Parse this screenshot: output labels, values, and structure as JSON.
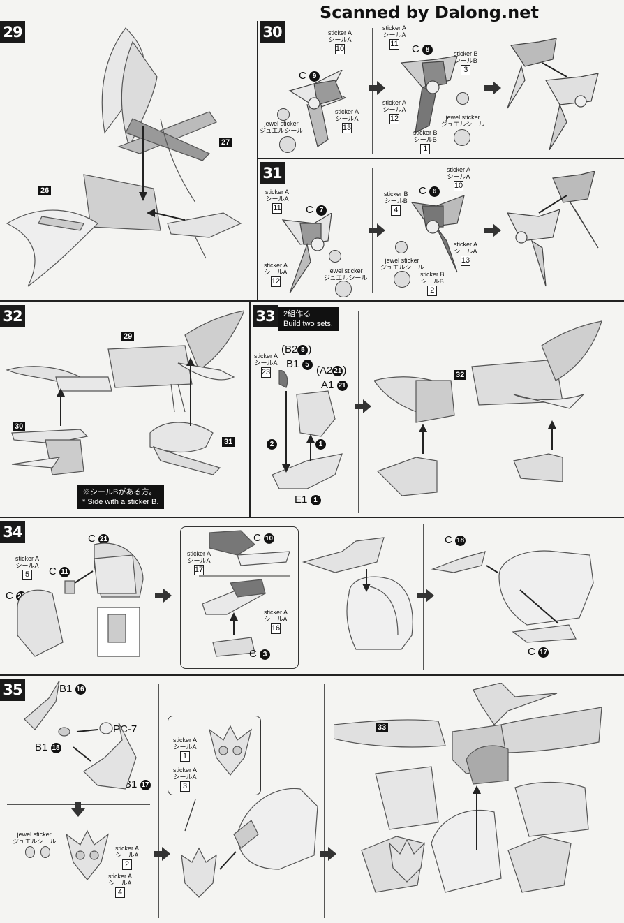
{
  "watermark": "Scanned by Dalong.net",
  "steps": {
    "s29": {
      "num": "29",
      "refs": {
        "a": "27",
        "b": "26"
      }
    },
    "s30": {
      "num": "30",
      "p1": {
        "part": "C",
        "num": "9",
        "stA_top": {
          "t": "sticker A",
          "j": "シールA",
          "n": "10"
        },
        "stA_bot": {
          "t": "sticker A",
          "j": "シールA",
          "n": "13"
        },
        "jewel": {
          "t": "jewel sticker",
          "j": "ジュエルシール"
        }
      },
      "p2": {
        "part": "C",
        "num": "8",
        "stA_top": {
          "t": "sticker A",
          "j": "シールA",
          "n": "11"
        },
        "stB_top": {
          "t": "sticker B",
          "j": "シールB",
          "n": "3"
        },
        "stA_bot": {
          "t": "sticker A",
          "j": "シールA",
          "n": "12"
        },
        "stB_bot": {
          "t": "sticker B",
          "j": "シールB",
          "n": "1"
        },
        "jewel": {
          "t": "jewel sticker",
          "j": "ジュエルシール"
        }
      }
    },
    "s31": {
      "num": "31",
      "p1": {
        "part": "C",
        "num": "7",
        "stA_top": {
          "t": "sticker A",
          "j": "シールA",
          "n": "11"
        },
        "stA_bot": {
          "t": "sticker A",
          "j": "シールA",
          "n": "12"
        },
        "jewel": {
          "t": "jewel sticker",
          "j": "ジュエルシール"
        }
      },
      "p2": {
        "part": "C",
        "num": "6",
        "stA_top": {
          "t": "sticker A",
          "j": "シールA",
          "n": "10"
        },
        "stB_top": {
          "t": "sticker B",
          "j": "シールB",
          "n": "4"
        },
        "stA_bot": {
          "t": "sticker A",
          "j": "シールA",
          "n": "13"
        },
        "stB_bot": {
          "t": "sticker B",
          "j": "シールB",
          "n": "2"
        },
        "jewel": {
          "t": "jewel sticker",
          "j": "ジュエルシール"
        }
      }
    },
    "s32": {
      "num": "32",
      "refs": {
        "a": "29",
        "b": "30",
        "c": "31"
      },
      "note_j": "※シールBがある方。",
      "note_e": "* Side with a sticker B."
    },
    "s33": {
      "num": "33",
      "build_j": "2組作る",
      "build_e": "Build two sets.",
      "stA": {
        "t": "sticker A",
        "j": "シールA",
        "n": "23"
      },
      "b2": "(B2",
      "b2n": "5",
      "b1": "B1",
      "b1n": "5",
      "a2": "(A2",
      "a2n": "21",
      "a1": "A1",
      "a1n": "21",
      "e1": "E1",
      "e1n": "1",
      "seq1": "1",
      "seq2": "2",
      "ref": "32"
    },
    "s34": {
      "num": "34",
      "c21": "21",
      "c11": "11",
      "c20": "20",
      "c10": "10",
      "c3": "3",
      "c18": "18",
      "c17": "17",
      "cLetter": "C",
      "stA5": {
        "t": "sticker A",
        "j": "シールA",
        "n": "5"
      },
      "stA17": {
        "t": "sticker A",
        "j": "シールA",
        "n": "17"
      },
      "stA16": {
        "t": "sticker A",
        "j": "シールA",
        "n": "16"
      }
    },
    "s35": {
      "num": "35",
      "b1": "B1",
      "b16": "16",
      "b18": "18",
      "b17": "17",
      "pc": "PC-7",
      "stA1": {
        "t": "sticker A",
        "j": "シールA",
        "n": "1"
      },
      "stA3": {
        "t": "sticker A",
        "j": "シールA",
        "n": "3"
      },
      "stA2": {
        "t": "sticker A",
        "j": "シールA",
        "n": "2"
      },
      "stA4": {
        "t": "sticker A",
        "j": "シールA",
        "n": "4"
      },
      "jewel": {
        "t": "jewel sticker",
        "j": "ジュエルシール"
      },
      "ref": "33"
    }
  }
}
